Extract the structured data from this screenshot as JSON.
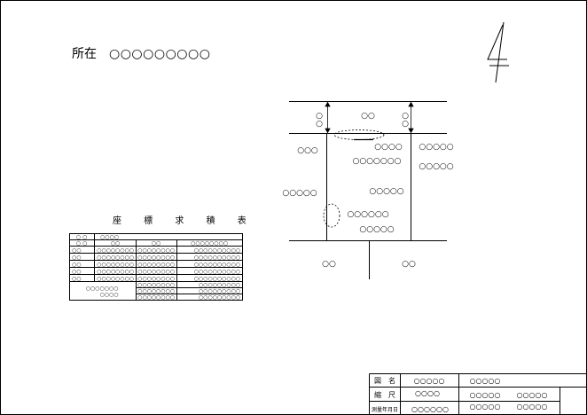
{
  "location": {
    "label": "所在",
    "value": "○○○○○○○○○"
  },
  "north_symbol": "north-arrow-icon",
  "coord_table": {
    "title": "座 標 求 積 表",
    "header_rows": [
      [
        "○ ○",
        "○○○○"
      ],
      [
        "○ ○",
        "○○",
        "○○",
        "○○○○○○○○"
      ]
    ],
    "body_rows": [
      [
        "○○",
        "○○○○○○○○",
        "○○○○○○○○",
        "○○○○○○○○○○"
      ],
      [
        "○○",
        "○○○○○○○○",
        "○○○○○○○○",
        "○○○○○○○○○○"
      ],
      [
        "○○",
        "○○○○○○○○",
        "○○○○○○○○",
        "○○○○○○○○○○"
      ],
      [
        "○○",
        "○○○○○○○○",
        "○○○○○○○○",
        "○○○○○○○○○○"
      ],
      [
        "○○",
        "○○○○○○○○",
        "○○○○○○○○",
        "○○○○○○○○○○"
      ]
    ],
    "summary": {
      "label_line1": "○○○○○○○",
      "label_line2": "○○○○",
      "col3": [
        "○○○○○○○○",
        "○○○○○○○○",
        "○○○○○○○○"
      ],
      "col4": [
        "○○○○○○○○○",
        "○○○○○○○○○",
        "○○○○○○○○○"
      ]
    }
  },
  "plan": {
    "road_width_left": "○\n○",
    "road_name": "○○",
    "road_width_right": "○\n○",
    "left_lot_1": "○○○",
    "left_lot_2": "○○○○○",
    "main_lot_1": "○○○○",
    "main_lot_2": "○○○○○○○",
    "main_lot_3": "○○○○○",
    "main_lot_4": "○○○○○○",
    "main_lot_5": "○○○○○",
    "right_lot_1": "○○○○○",
    "right_lot_2": "○○○○○",
    "bottom_left_lot": "○○",
    "bottom_right_lot": "○○"
  },
  "title_block": {
    "r1_label": "図　名",
    "r1_val1": "○○○○○",
    "r1_val2": "○○○○○",
    "r2_label": "縮　尺",
    "r2_val1": "○○○○",
    "r2_val2": "○○○○○",
    "r2_val3": "○○○○○",
    "r3_label": "測量年月日",
    "r3_val1": "○○○○○○",
    "r3_val2": "○○○○○",
    "r3_val3": "○○○○○"
  }
}
